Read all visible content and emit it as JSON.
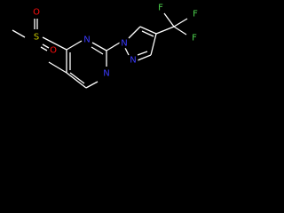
{
  "colors": {
    "background": "#000000",
    "bond": "#ffffff",
    "N": "#3b3bff",
    "S": "#c8c800",
    "O": "#ff0d0d",
    "F": "#4dd24d"
  },
  "molecule": {
    "atoms": [
      {
        "id": "S1",
        "label": "S",
        "element": "S"
      },
      {
        "id": "O1",
        "label": "O",
        "element": "O"
      },
      {
        "id": "O2",
        "label": "O",
        "element": "O"
      },
      {
        "id": "N1",
        "label": "N",
        "element": "N"
      },
      {
        "id": "N2",
        "label": "N",
        "element": "N"
      },
      {
        "id": "N3",
        "label": "N",
        "element": "N"
      },
      {
        "id": "N4",
        "label": "N",
        "element": "N"
      },
      {
        "id": "F1",
        "label": "F",
        "element": "F"
      },
      {
        "id": "F2",
        "label": "F",
        "element": "F"
      },
      {
        "id": "F3",
        "label": "F",
        "element": "F"
      }
    ]
  }
}
